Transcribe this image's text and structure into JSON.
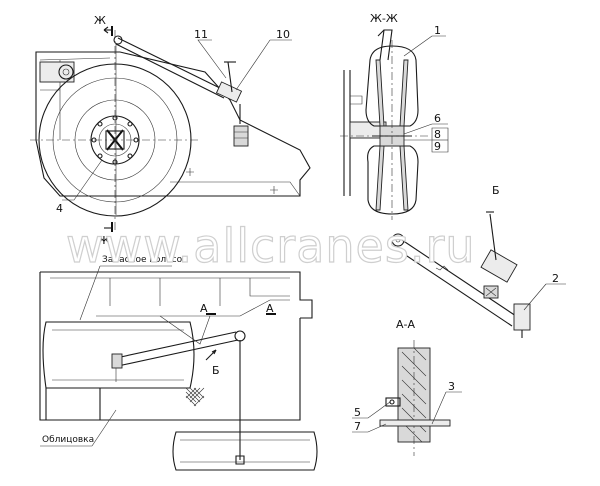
{
  "watermark": "www.allcranes.ru",
  "section_marks": {
    "zh_top": "Ж",
    "zh_bottom": "Ж",
    "zh_zh": "Ж-Ж",
    "a_left": "А",
    "a_right": "А",
    "a_a": "А-А",
    "b_mark": "Б",
    "b_view": "Б"
  },
  "notes": {
    "spare_wheel": "Запасное колесо",
    "cladding": "Облицовка"
  },
  "callouts": {
    "c1": "1",
    "c2": "2",
    "c3": "3",
    "c4": "4",
    "c5": "5",
    "c6": "6",
    "c7": "7",
    "c8": "8",
    "c9": "9",
    "c10": "10",
    "c11": "11"
  }
}
